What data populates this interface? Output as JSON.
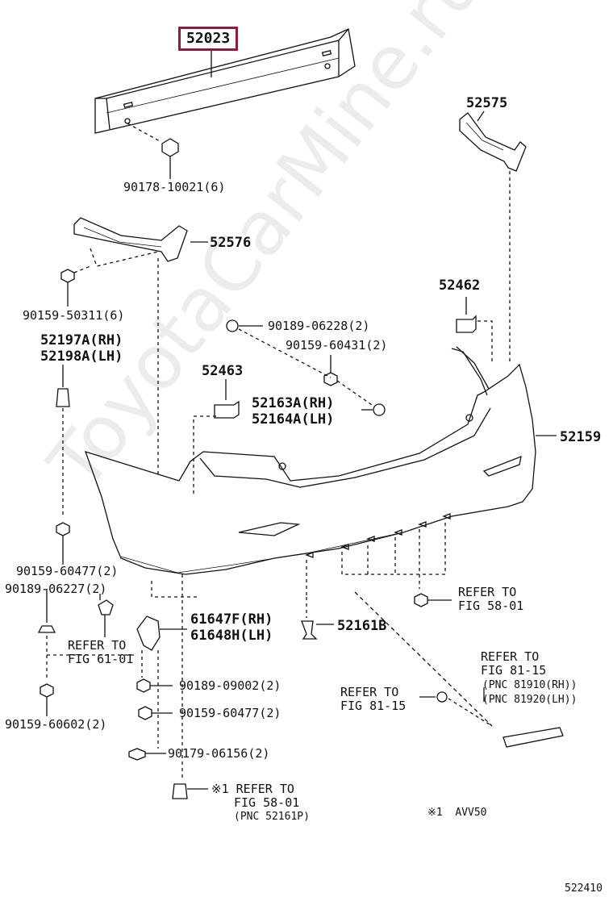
{
  "watermark": "ToyotaCarMine.ru",
  "diagram_code": "522410",
  "note": "※1  AVV50",
  "highlight": "52023",
  "parts": {
    "p52575": "52575",
    "p90178": "90178-10021(6)",
    "p52576": "52576",
    "p90159_50311": "90159-50311(6)",
    "p52197": "52197A(RH)",
    "p52198": "52198A(LH)",
    "p52462": "52462",
    "p90189_06228": "90189-06228(2)",
    "p90159_60431": "90159-60431(2)",
    "p52463": "52463",
    "p52163": "52163A(RH)",
    "p52164": "52164A(LH)",
    "p52159": "52159",
    "p90159_60477a": "90159-60477(2)",
    "p90189_06227": "90189-06227(2)",
    "p61647": "61647F(RH)",
    "p61648": "61648H(LH)",
    "p52161": "52161B",
    "p90189_09002": "90189-09002(2)",
    "p90159_60477b": "90159-60477(2)",
    "p90159_60602": "90159-60602(2)",
    "p90179": "90179-06156(2)"
  },
  "refs": {
    "r58a1": "REFER TO",
    "r58a2": "FIG 58-01",
    "r61_1": "REFER TO",
    "r61_2": "FIG 61-01",
    "r81a1": "REFER TO",
    "r81a2": "FIG 81-15",
    "r81a3": "(PNC 81910(RH))",
    "r81a4": "(PNC 81920(LH))",
    "r81b1": "REFER TO",
    "r81b2": "FIG 81-15",
    "r58b1": "※1 REFER TO",
    "r58b2": "FIG 58-01",
    "r58b3": "(PNC 52161P)"
  }
}
